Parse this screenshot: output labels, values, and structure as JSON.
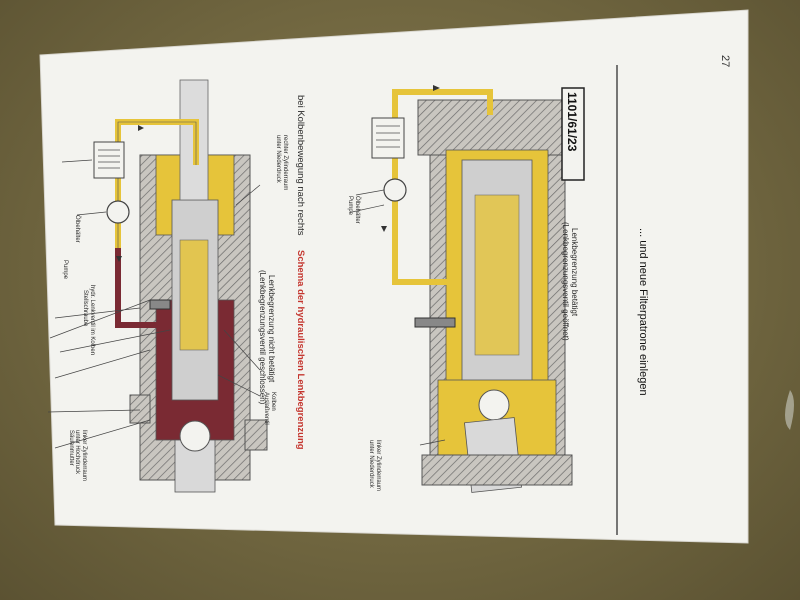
{
  "page": {
    "number": "27",
    "title_red": "Schema der hydraulischen Lenkbegrenzung",
    "title_black": "bei Kolbenbewegung nach rechts",
    "figure_code": "1101/61/23",
    "footer_text": "... und neue Filterpatrone einlegen"
  },
  "left_diagram": {
    "labels": {
      "oelbehaelter": "Ölbehälter",
      "pumpe": "Pumpe",
      "rechter_zylinder": "rechter Zylinderraum",
      "rechter_zylinder_2": "unter Niederdruck",
      "stellschraube": "Stellschraube",
      "lenkventil": "hydr. Lenkventil im Kolben",
      "saeulenmutter": "Säulenmutter",
      "linker_zylinder": "linker Zylinderraum",
      "linker_zylinder_2": "unter Hochdruck",
      "kolben": "Kolben",
      "auslassventil": "Auslaßventil"
    },
    "caption_line1": "Lenkbegrenzung nicht betätigt",
    "caption_line2": "(Lenkbegrenzungsventil geschlossen)"
  },
  "right_diagram": {
    "labels": {
      "oelbehaelter": "Ölbehälter",
      "pumpe": "Pumpe",
      "linker_zylinder": "linker Zylinderraum",
      "linker_zylinder_2": "unter Niederdruck"
    },
    "caption_line1": "Lenkbegrenzung betätigt",
    "caption_line2": "(Lenkbegrenzungsventil geöffnet)"
  },
  "colors": {
    "yellow": "#e8c63a",
    "maroon": "#7a2a33",
    "hatch": "#6a6a6a",
    "red_title": "#c4362f"
  }
}
